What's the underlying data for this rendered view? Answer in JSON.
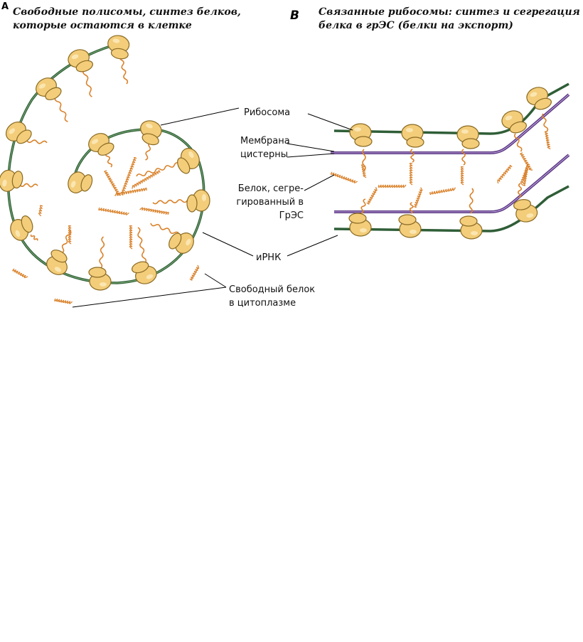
{
  "panel_a": {
    "letter": "A",
    "caption": "Свободные полисомы, синтез  белков,\nкоторые остаются в клетке"
  },
  "panel_b": {
    "letter": "B",
    "caption": "Связанные рибосомы: синтез и сегрегация\nбелка в грЭС (белки на экспорт)"
  },
  "labels": {
    "ribosome": "Рибосома",
    "membrane": "Мембрана\nцистерны",
    "segregated_protein": "Белок, сегре-\nгированный в\nГрЭС",
    "mrna": "иРНК",
    "free_protein": "Свободный белок\nв цитоплазме"
  },
  "colors": {
    "mrna": "#2f5e37",
    "membrane": "#5b3b83",
    "ribosome_fill": "#f3cd7a",
    "ribosome_stroke": "#8a6a22",
    "protein": "#d9822b",
    "leader_line": "#000000"
  }
}
